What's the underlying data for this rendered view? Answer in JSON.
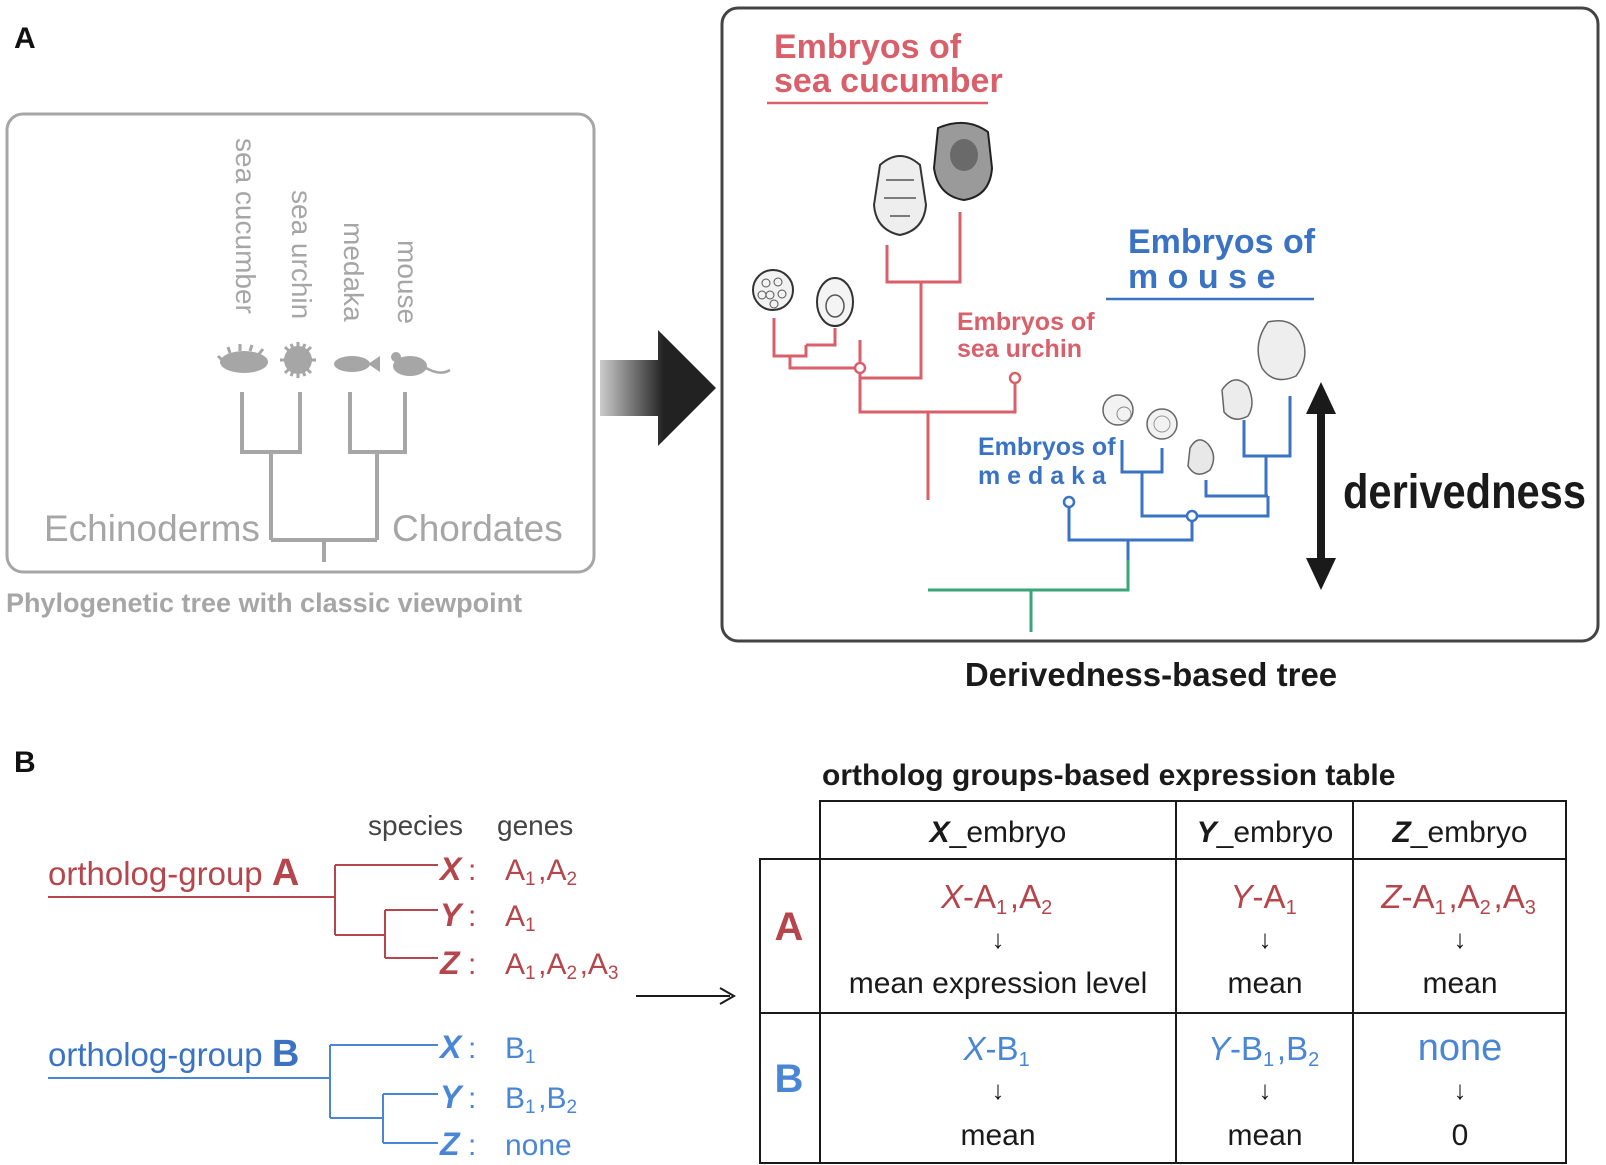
{
  "panel_a": {
    "letter": "A",
    "classic_tree": {
      "species": [
        "sea cucumber",
        "sea urchin",
        "medaka",
        "mouse"
      ],
      "group_left": "Echinoderms",
      "group_right": "Chordates",
      "caption": "Phylogenetic tree with classic viewpoint"
    },
    "derived_tree": {
      "sea_cucumber_line1": "Embryos of",
      "sea_cucumber_line2": "sea cucumber",
      "sea_urchin_line1": "Embryos of",
      "sea_urchin_line2": "sea urchin",
      "mouse_line1": "Embryos of",
      "mouse_line2": "m o u s e",
      "medaka_line1": "Embryos of",
      "medaka_line2": "m e d a k a",
      "axis_label": "derivedness",
      "caption": "Derivedness-based tree"
    },
    "icons": {
      "sea_cucumber": "sea-cucumber-icon",
      "sea_urchin": "sea-urchin-icon",
      "medaka": "medaka-fish-icon",
      "mouse": "mouse-icon",
      "arrow": "right-arrow-icon",
      "embryo": "embryo-drawing-icon"
    }
  },
  "panel_b": {
    "letter": "B",
    "col_species": "species",
    "col_genes": "genes",
    "group_a": {
      "label": "ortholog-group ",
      "letter": "A",
      "rows": [
        {
          "sp": "X",
          "colon": ":",
          "genes": [
            [
              "A",
              "1"
            ],
            [
              "A",
              "2"
            ]
          ]
        },
        {
          "sp": "Y",
          "colon": ":",
          "genes": [
            [
              "A",
              "1"
            ]
          ]
        },
        {
          "sp": "Z",
          "colon": ":",
          "genes": [
            [
              "A",
              "1"
            ],
            [
              "A",
              "2"
            ],
            [
              "A",
              "3"
            ]
          ]
        }
      ]
    },
    "group_b": {
      "label": "ortholog-group ",
      "letter": "B",
      "rows": [
        {
          "sp": "X",
          "colon": ":",
          "genes": [
            [
              "B",
              "1"
            ]
          ]
        },
        {
          "sp": "Y",
          "colon": ":",
          "genes": [
            [
              "B",
              "1"
            ],
            [
              "B",
              "2"
            ]
          ]
        },
        {
          "sp": "Z",
          "colon": ":",
          "genes": [
            [
              "none",
              ""
            ]
          ]
        }
      ]
    },
    "table": {
      "title": "ortholog groups-based expression table",
      "col_headers": [
        {
          "it": "X",
          "rest": "_embryo"
        },
        {
          "it": "Y",
          "rest": "_embryo"
        },
        {
          "it": "Z",
          "rest": "_embryo"
        }
      ],
      "row_headers": [
        "A",
        "B"
      ],
      "down_arrow": "↓",
      "cells": [
        [
          {
            "sp": "X",
            "genes": [
              [
                "A",
                "1"
              ],
              [
                "A",
                "2"
              ]
            ],
            "result": "mean expression level"
          },
          {
            "sp": "Y",
            "genes": [
              [
                "A",
                "1"
              ]
            ],
            "result": "mean"
          },
          {
            "sp": "Z",
            "genes": [
              [
                "A",
                "1"
              ],
              [
                "A",
                "2"
              ],
              [
                "A",
                "3"
              ]
            ],
            "result": "mean"
          }
        ],
        [
          {
            "sp": "X",
            "genes": [
              [
                "B",
                "1"
              ]
            ],
            "result": "mean"
          },
          {
            "sp": "Y",
            "genes": [
              [
                "B",
                "1"
              ],
              [
                "B",
                "2"
              ]
            ],
            "result": "mean"
          },
          {
            "sp": "",
            "genes": [
              [
                "none",
                ""
              ]
            ],
            "result": "0"
          }
        ]
      ]
    }
  },
  "colors": {
    "gray": "#a6a6a6",
    "red": "#b5464c",
    "pink": "#d9606a",
    "blue": "#3a73c4",
    "blue_b": "#4a86d6",
    "green": "#3aa57a",
    "black": "#1a1a1a"
  }
}
